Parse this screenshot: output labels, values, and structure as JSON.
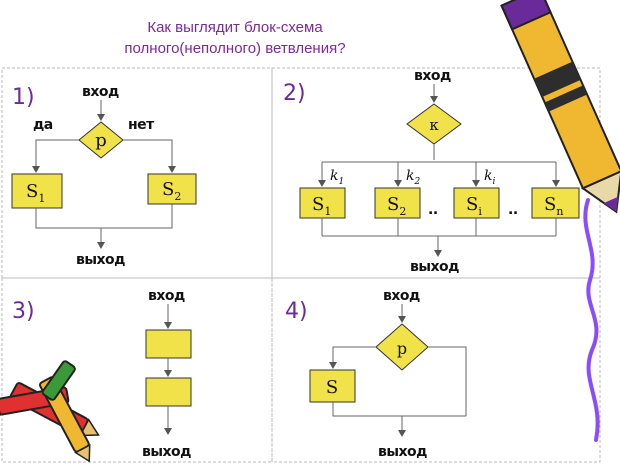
{
  "title": {
    "line1": "Как выглядит блок-схема",
    "line2": "полного(неполного) ветвления?"
  },
  "panels": [
    {
      "number": "1)",
      "input": "вход",
      "condition": "р",
      "yes": "да",
      "no": "нет",
      "blocks": [
        {
          "symbol": "S",
          "subscript": "1"
        },
        {
          "symbol": "S",
          "subscript": "2"
        }
      ],
      "output": "выход"
    },
    {
      "number": "2)",
      "input": "вход",
      "condition": "к",
      "branches": [
        {
          "symbol": "S",
          "subscript": "1",
          "key": "k",
          "key_subscript": "1"
        },
        {
          "symbol": "S",
          "subscript": "2",
          "key": "k",
          "key_subscript": "2"
        },
        {
          "symbol": "S",
          "subscript": "i",
          "key": "k",
          "key_subscript": "i"
        },
        {
          "symbol": "S",
          "subscript": "n",
          "key": "",
          "key_subscript": ""
        }
      ],
      "ellipsis": "..",
      "output": "выход"
    },
    {
      "number": "3)",
      "input": "вход",
      "output": "выход"
    },
    {
      "number": "4)",
      "input": "вход",
      "condition": "р",
      "block": {
        "symbol": "S"
      },
      "output": "выход"
    }
  ],
  "colors": {
    "block_fill": "#f2e24a",
    "number_color": "#6a2a9a",
    "title_color": "#7a2a9a"
  },
  "decor": [
    "pencil-illustration",
    "crayons-illustration"
  ]
}
